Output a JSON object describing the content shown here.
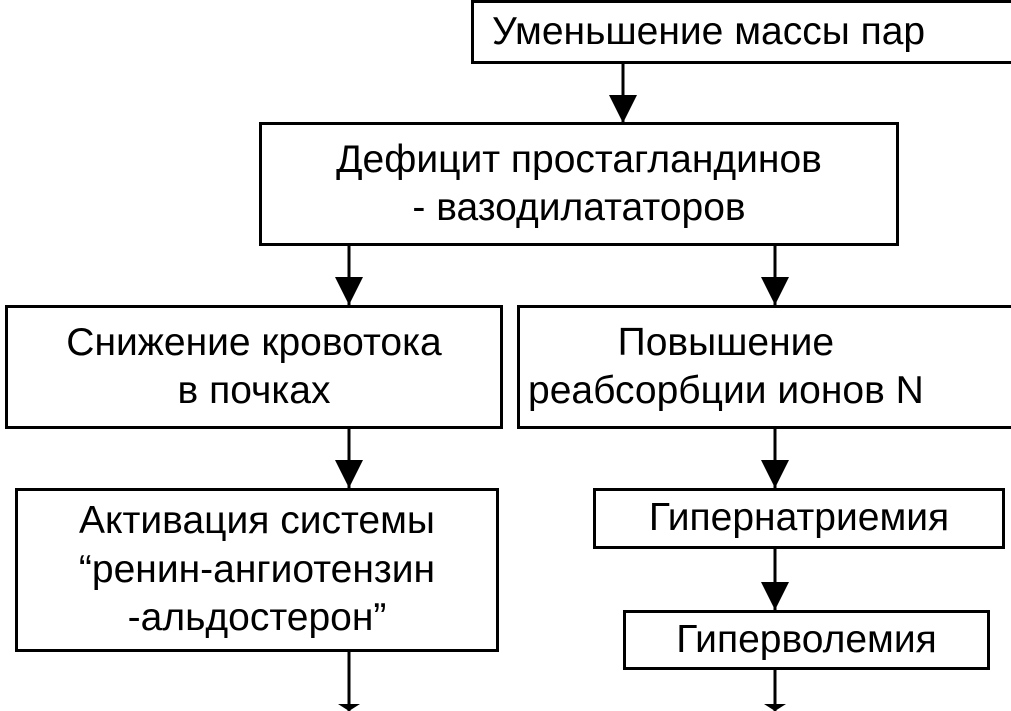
{
  "nodes": {
    "mass_loss": "Уменьшение массы пар",
    "prostaglandin_deficit": "Дефицит простагландинов\n- вазодилататоров",
    "renal_flow": "Снижение кровотока\nв почках",
    "na_reabsorption": "Повышение\nреабсорбции ионов N",
    "raas": "Активация системы\n“ренин-ангиотензин\n-альдостерон”",
    "hypernatremia": "Гипернатриемия",
    "hypervolemia": "Гиперволемия"
  },
  "colors": {
    "line": "#000000",
    "background": "#ffffff",
    "text": "#000000"
  }
}
